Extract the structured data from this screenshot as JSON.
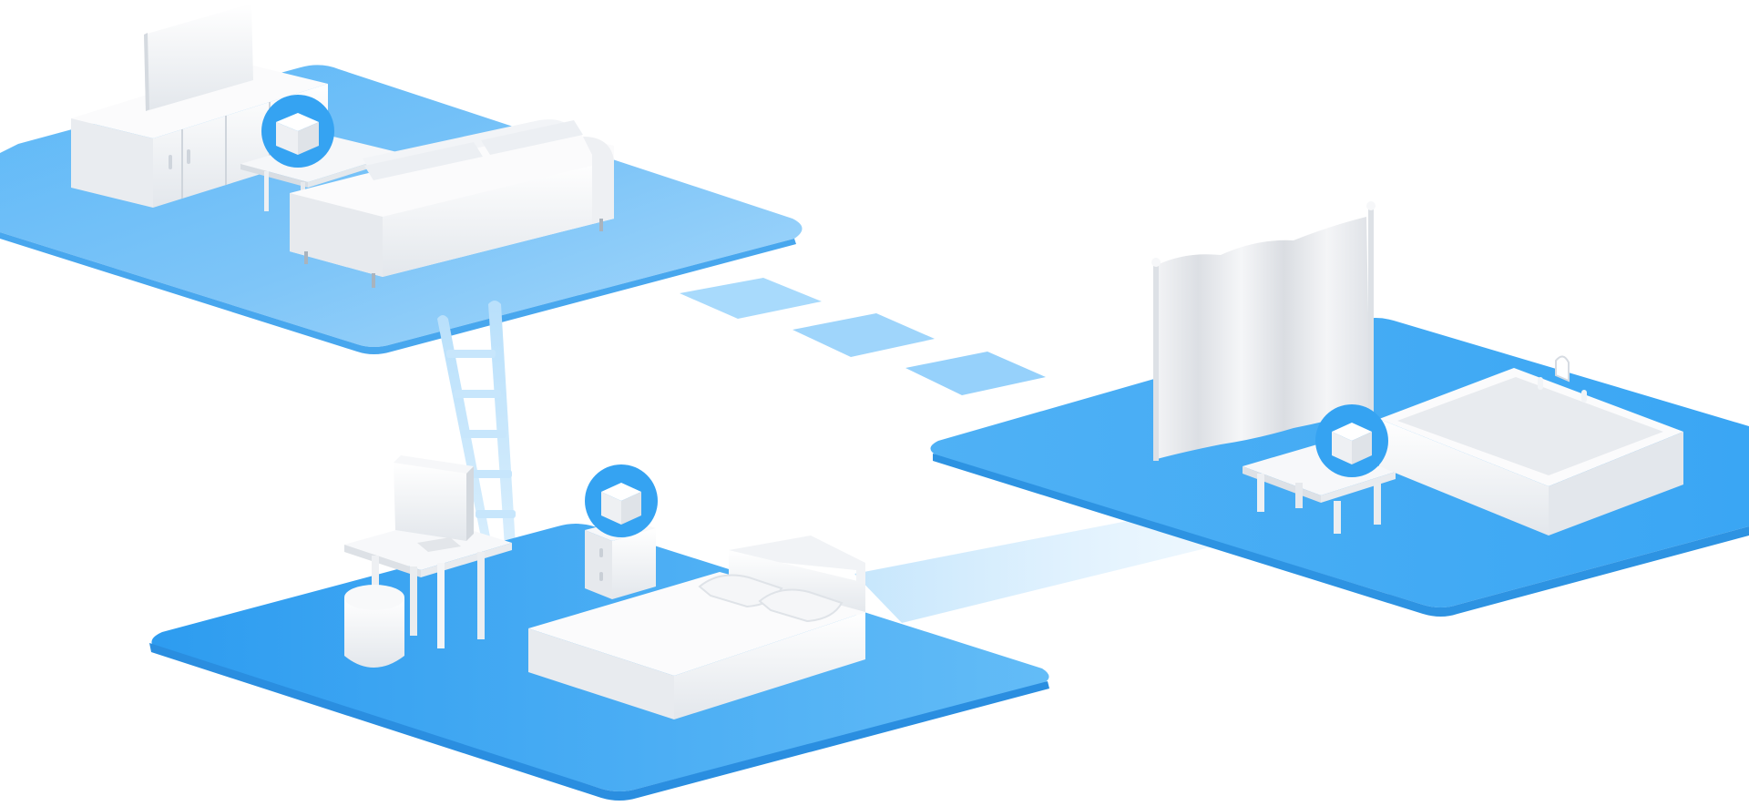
{
  "scene": {
    "rooms": [
      {
        "id": "living-room",
        "furniture": [
          "tv",
          "tv-cabinet",
          "coffee-table",
          "sofa"
        ],
        "has_mesh_node": true
      },
      {
        "id": "bedroom",
        "furniture": [
          "monitor",
          "desk",
          "stool",
          "nightstand",
          "bed",
          "ladder"
        ],
        "has_mesh_node": true
      },
      {
        "id": "bathroom",
        "furniture": [
          "shower-curtain",
          "bench",
          "bathtub"
        ],
        "has_mesh_node": true
      }
    ],
    "connections": [
      "living-room-to-bathroom-stepping-tiles",
      "bedroom-to-bathroom-light-beam",
      "living-room-to-bedroom-ladder"
    ],
    "mesh_node_count": 3
  },
  "colors": {
    "floor_blue": "#3aa6f4",
    "floor_light": "#8fcdf9",
    "node_ring": "#35a3f2",
    "furniture_white": "#f2f4f7",
    "furniture_shade": "#d6dbe2"
  }
}
